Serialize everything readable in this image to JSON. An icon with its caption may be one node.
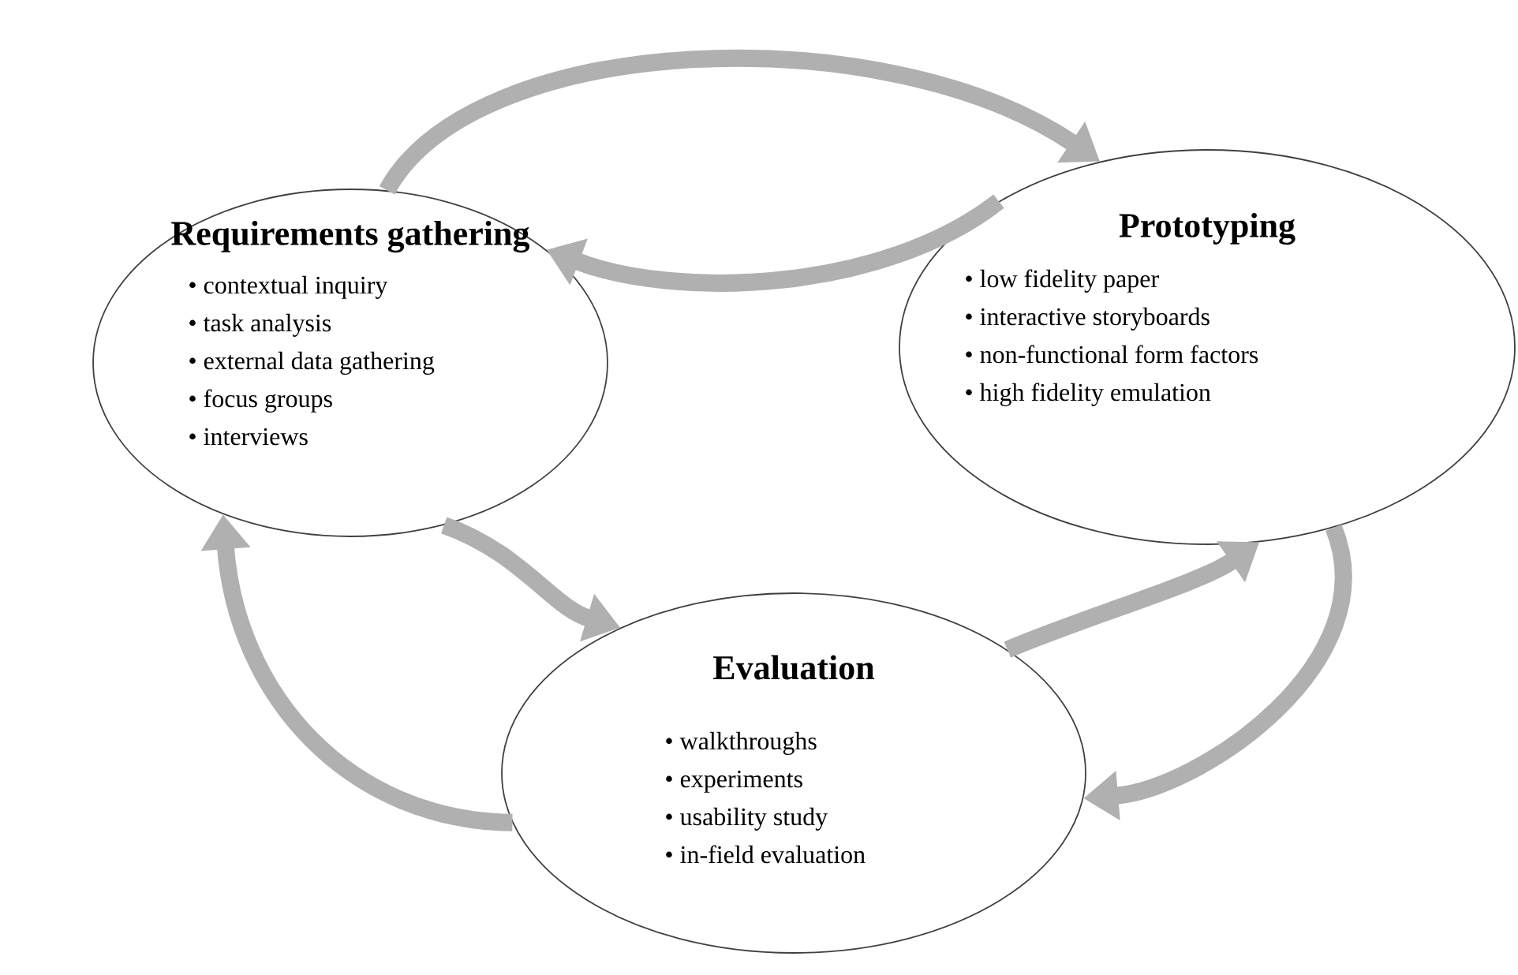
{
  "diagram": {
    "nodes": [
      {
        "text": [
          "Requirements gathering",
          "• contextual inquiry",
          "• task analysis",
          "• external data gathering",
          "• focus groups",
          "• interviews"
        ]
      },
      {
        "text": [
          "Prototyping",
          "• low fidelity paper",
          "• interactive storyboards",
          "• non-functional form factors",
          "• high fidelity emulation"
        ]
      },
      {
        "text": [
          "Evaluation",
          "• walkthroughs",
          "• experiments",
          "• usability study",
          "• in-field evaluation"
        ]
      }
    ],
    "edges": [
      {
        "from": 0,
        "to": 1,
        "arrow": "to"
      },
      {
        "from": 1,
        "to": 0,
        "arrow": "to"
      },
      {
        "from": 1,
        "to": 2,
        "arrow": "to"
      },
      {
        "from": 2,
        "to": 1,
        "arrow": "to"
      },
      {
        "from": 0,
        "to": 2,
        "arrow": "to"
      },
      {
        "from": 2,
        "to": 0,
        "arrow": "to"
      }
    ]
  }
}
